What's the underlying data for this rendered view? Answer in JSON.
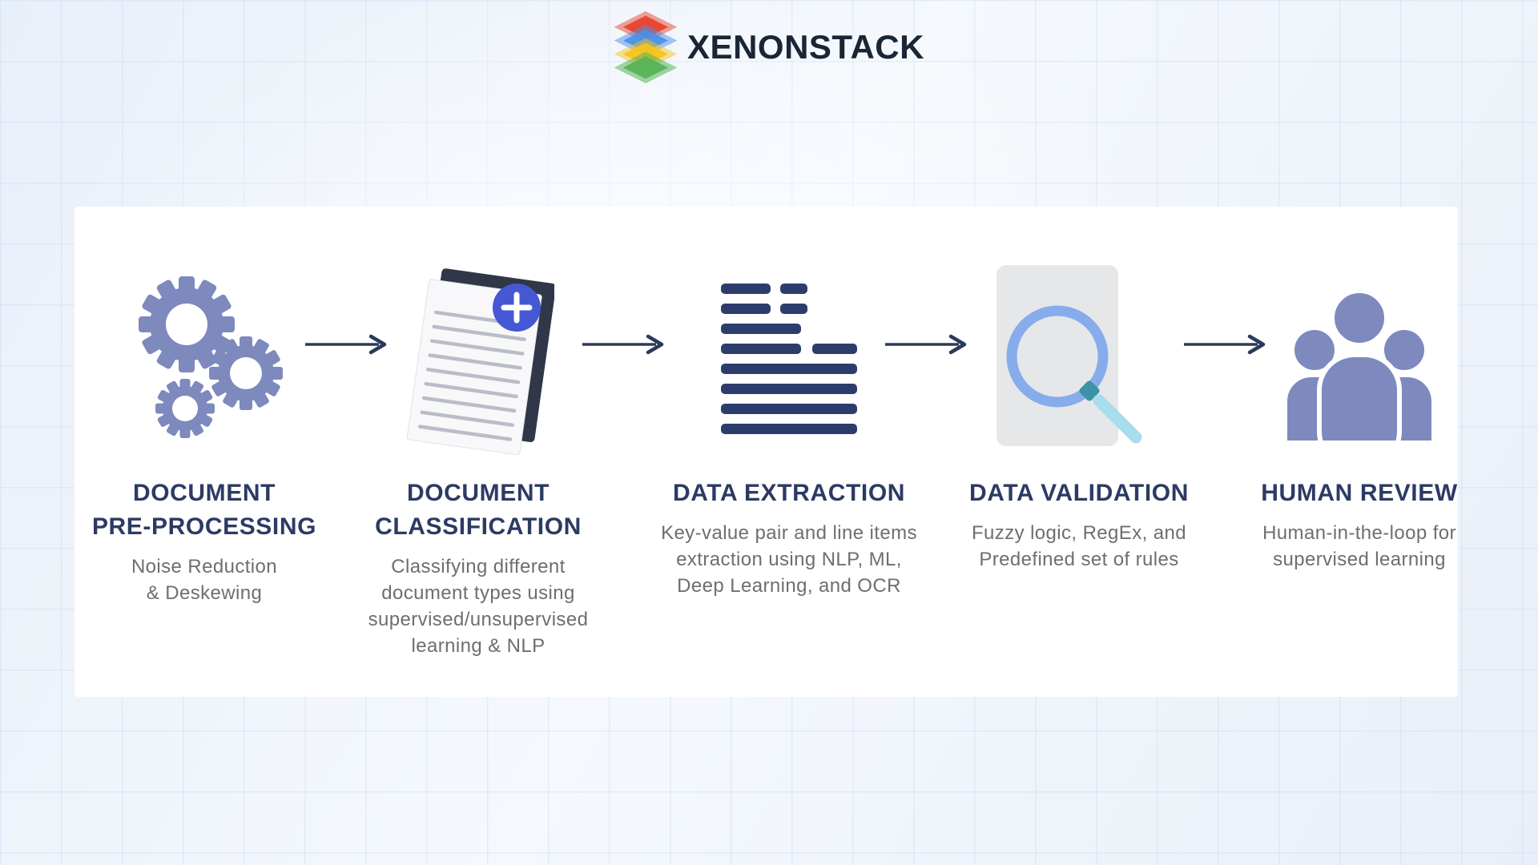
{
  "logo": {
    "text": "XENONSTACK",
    "text_color": "#1b2634",
    "layer_colors": [
      "#e8432d",
      "#4b90e6",
      "#f6c41c",
      "#57b356"
    ]
  },
  "colors": {
    "card_bg": "#ffffff",
    "background": "#edf2fa",
    "grid_line": "#c9dbf3",
    "title": "#2c3a64",
    "subtitle": "#6e6e6e",
    "arrow": "#2b3a5c",
    "icon_slate_blue": "#7e89bd",
    "icon_navy": "#2d3d6b",
    "plus_circle_blue": "#4657d3",
    "magnifier_ring_blue": "#87aceb",
    "magnifier_handle_teal": "#a9dcec",
    "magnifier_handle_dark": "#3d93a5",
    "document_gray": "#e6e7e9"
  },
  "pipeline": {
    "steps": [
      {
        "icon": "gears-icon",
        "title_line1": "DOCUMENT",
        "title_line2": "PRE-PROCESSING",
        "subtitle": "Noise Reduction\n& Deskewing"
      },
      {
        "icon": "document-add-icon",
        "title_line1": "DOCUMENT",
        "title_line2": "CLASSIFICATION",
        "subtitle": "Classifying different\ndocument types using\nsupervised/unsupervised\nlearning & NLP"
      },
      {
        "icon": "text-lines-icon",
        "title_line1": "DATA EXTRACTION",
        "title_line2": "",
        "subtitle": "Key-value pair and line items\nextraction using NLP, ML,\nDeep Learning, and OCR"
      },
      {
        "icon": "magnifier-document-icon",
        "title_line1": "DATA VALIDATION",
        "title_line2": "",
        "subtitle": "Fuzzy logic, RegEx, and\nPredefined set of rules"
      },
      {
        "icon": "people-group-icon",
        "title_line1": "HUMAN REVIEW",
        "title_line2": "",
        "subtitle": "Human-in-the-loop for\nsupervised learning"
      }
    ]
  }
}
